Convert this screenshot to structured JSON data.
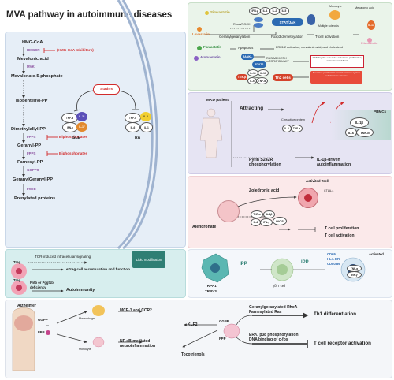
{
  "title": "MVA pathway in autoimmune diseases",
  "pathway": {
    "steps": [
      "HMG-CoA",
      "Mevalonic acid",
      "Mevalonate-5-phosphate",
      "Isopentenyl-PP",
      "Dimethylallyl-PP",
      "Geranyl-PP",
      "Farnesyl-PP",
      "GeranylGeranyl-PP",
      "Prenylated proteins"
    ],
    "enzymes": [
      "HMGCR",
      "MVK",
      "FPPS",
      "FPPS",
      "GGPPS",
      "FNTB"
    ],
    "hmgcr_inhibitors": "(HMG-CoA Inhibitors)",
    "biphosphonates": "Biphosphonates",
    "statins": "Statins",
    "sle": "SLE",
    "ra": "RA",
    "sle_cytokines": [
      "TNF-α",
      "IL-21",
      "IFN-γ",
      "IL-17"
    ],
    "ra_cytokines": [
      "TNF-α",
      "IL-8",
      "IL-6",
      "IL-1"
    ]
  },
  "statin_panel": {
    "simvastatin": "Simvastatin",
    "lovastatin": "Lovastatin",
    "rhoa_rock": "RhoA/ROCK",
    "geranylgeranylation": "Geranylgeranylation",
    "foxp3": "Foxp3 demethylation",
    "tcell_activation": "T-cell activation",
    "stat_jak": "STAT/JAK",
    "monocyte": "Monocyte",
    "multiple_sclerosis": "Multiple sclerosis",
    "mevalonic_acid": "Mevalonic acid",
    "il17": "IL-17",
    "fluvastatin": "Fluvastatin",
    "apoptosis": "Apoptosis",
    "erk_text": "ERK1/2 activation, mevalonic acid, and cholesterol",
    "pitavastatin": "Pitavastatin",
    "atorvastatin": "Atorvastatin",
    "rankl": "RANKL",
    "ras_text": "RAS/MEK/ERK  mTOR/PI3K/AKT",
    "inhibit_text": "Inhibiting the excessive activation, proliferation, and survival of T cell",
    "th2": "Th2 cells",
    "th2_note": "Reverses paralysis in central nervous system autoimmune disease",
    "tgf": "TGF-β",
    "stat6": "STAT6",
    "cyto_chips": [
      "IFN-γ",
      "IL-4",
      "IL-2",
      "IL-5",
      "IL-10",
      "IL-13",
      "IL-6",
      "TNF-α"
    ]
  },
  "mkd_panel": {
    "patient": "MKD patient",
    "attracting": "Attracting",
    "crp": "C-reactive protein",
    "il6": "IL-6",
    "tnfa": "TNF-α",
    "il1b": "IL-1β",
    "pbmcs": "PBMCs",
    "pyrin": "Pyrin S242R phosphorylation",
    "autoinflammation": "IL-1β-driven autoinflammation"
  },
  "tcell_panel": {
    "zoledronic": "Zoledronic acid",
    "activated": "Activited Tcell",
    "ctla4": "CTLA-4",
    "alendronate": "Alendronate",
    "tcell": "T cell",
    "cytokines": [
      "TNF-α",
      "IL-1β",
      "IL-6",
      "IFN-γ"
    ],
    "inos": "iNOS",
    "outcome1": "T cell proliferation",
    "outcome2": "T cell activation"
  },
  "treg_panel": {
    "tcr_text": "TCR-induced intracellular signaling",
    "lipid": "Lipid modification",
    "treg": "Treg",
    "etreg": "eTreg cell accumulation and function",
    "fntb_line1": "Fntb or Pggt1b",
    "fntb_line2": "deficiency",
    "autoimmunity": "Autoimmunity"
  },
  "gd_panel": {
    "ipp": "IPP",
    "trpa1": "TRPA1",
    "trpv3": "TRPV3",
    "gd_tcell": "γδ T cell",
    "markers": [
      "CD69",
      "HLA-DR",
      "CD80/86"
    ],
    "activated": "Activated",
    "tnf": "TNF-α",
    "ifn": "INF-γ"
  },
  "bottom_panel": {
    "alzheimer": "Alzheimer",
    "ggpp": "GGPP",
    "fpp": "FPP",
    "macrophage": "Macrophage",
    "monocyte": "Monocyte",
    "mcp1": "MCP-1 and CCR2",
    "nfkb": "NF-κB-mediated neuroinflammation",
    "klf2": "KLF2",
    "tocotrienols": "Tocotrienols",
    "ggpp2": "GGPP",
    "fpp2": "FPP",
    "rhoa": "Geranylgeranylated RhoA",
    "ras": "Farnesylated Ras",
    "erk": "ERK, p38 phosphorylation",
    "cfos": "DNA binding of c-fos",
    "th1": "Th1 differentiation",
    "tcr_act": "T cell receptor activation"
  },
  "colors": {
    "left_bg": "#e6eef7",
    "membrane": "#a8bcd6",
    "enzyme": "#8a4f9e",
    "inhibitor": "#d22b2b",
    "purple": "#6b4ba1",
    "teal_panel": "#d7eeee",
    "lavender_panel": "#e6e4f3",
    "green_panel": "#e4f2e2",
    "pink_panel": "#fbe9ea"
  }
}
